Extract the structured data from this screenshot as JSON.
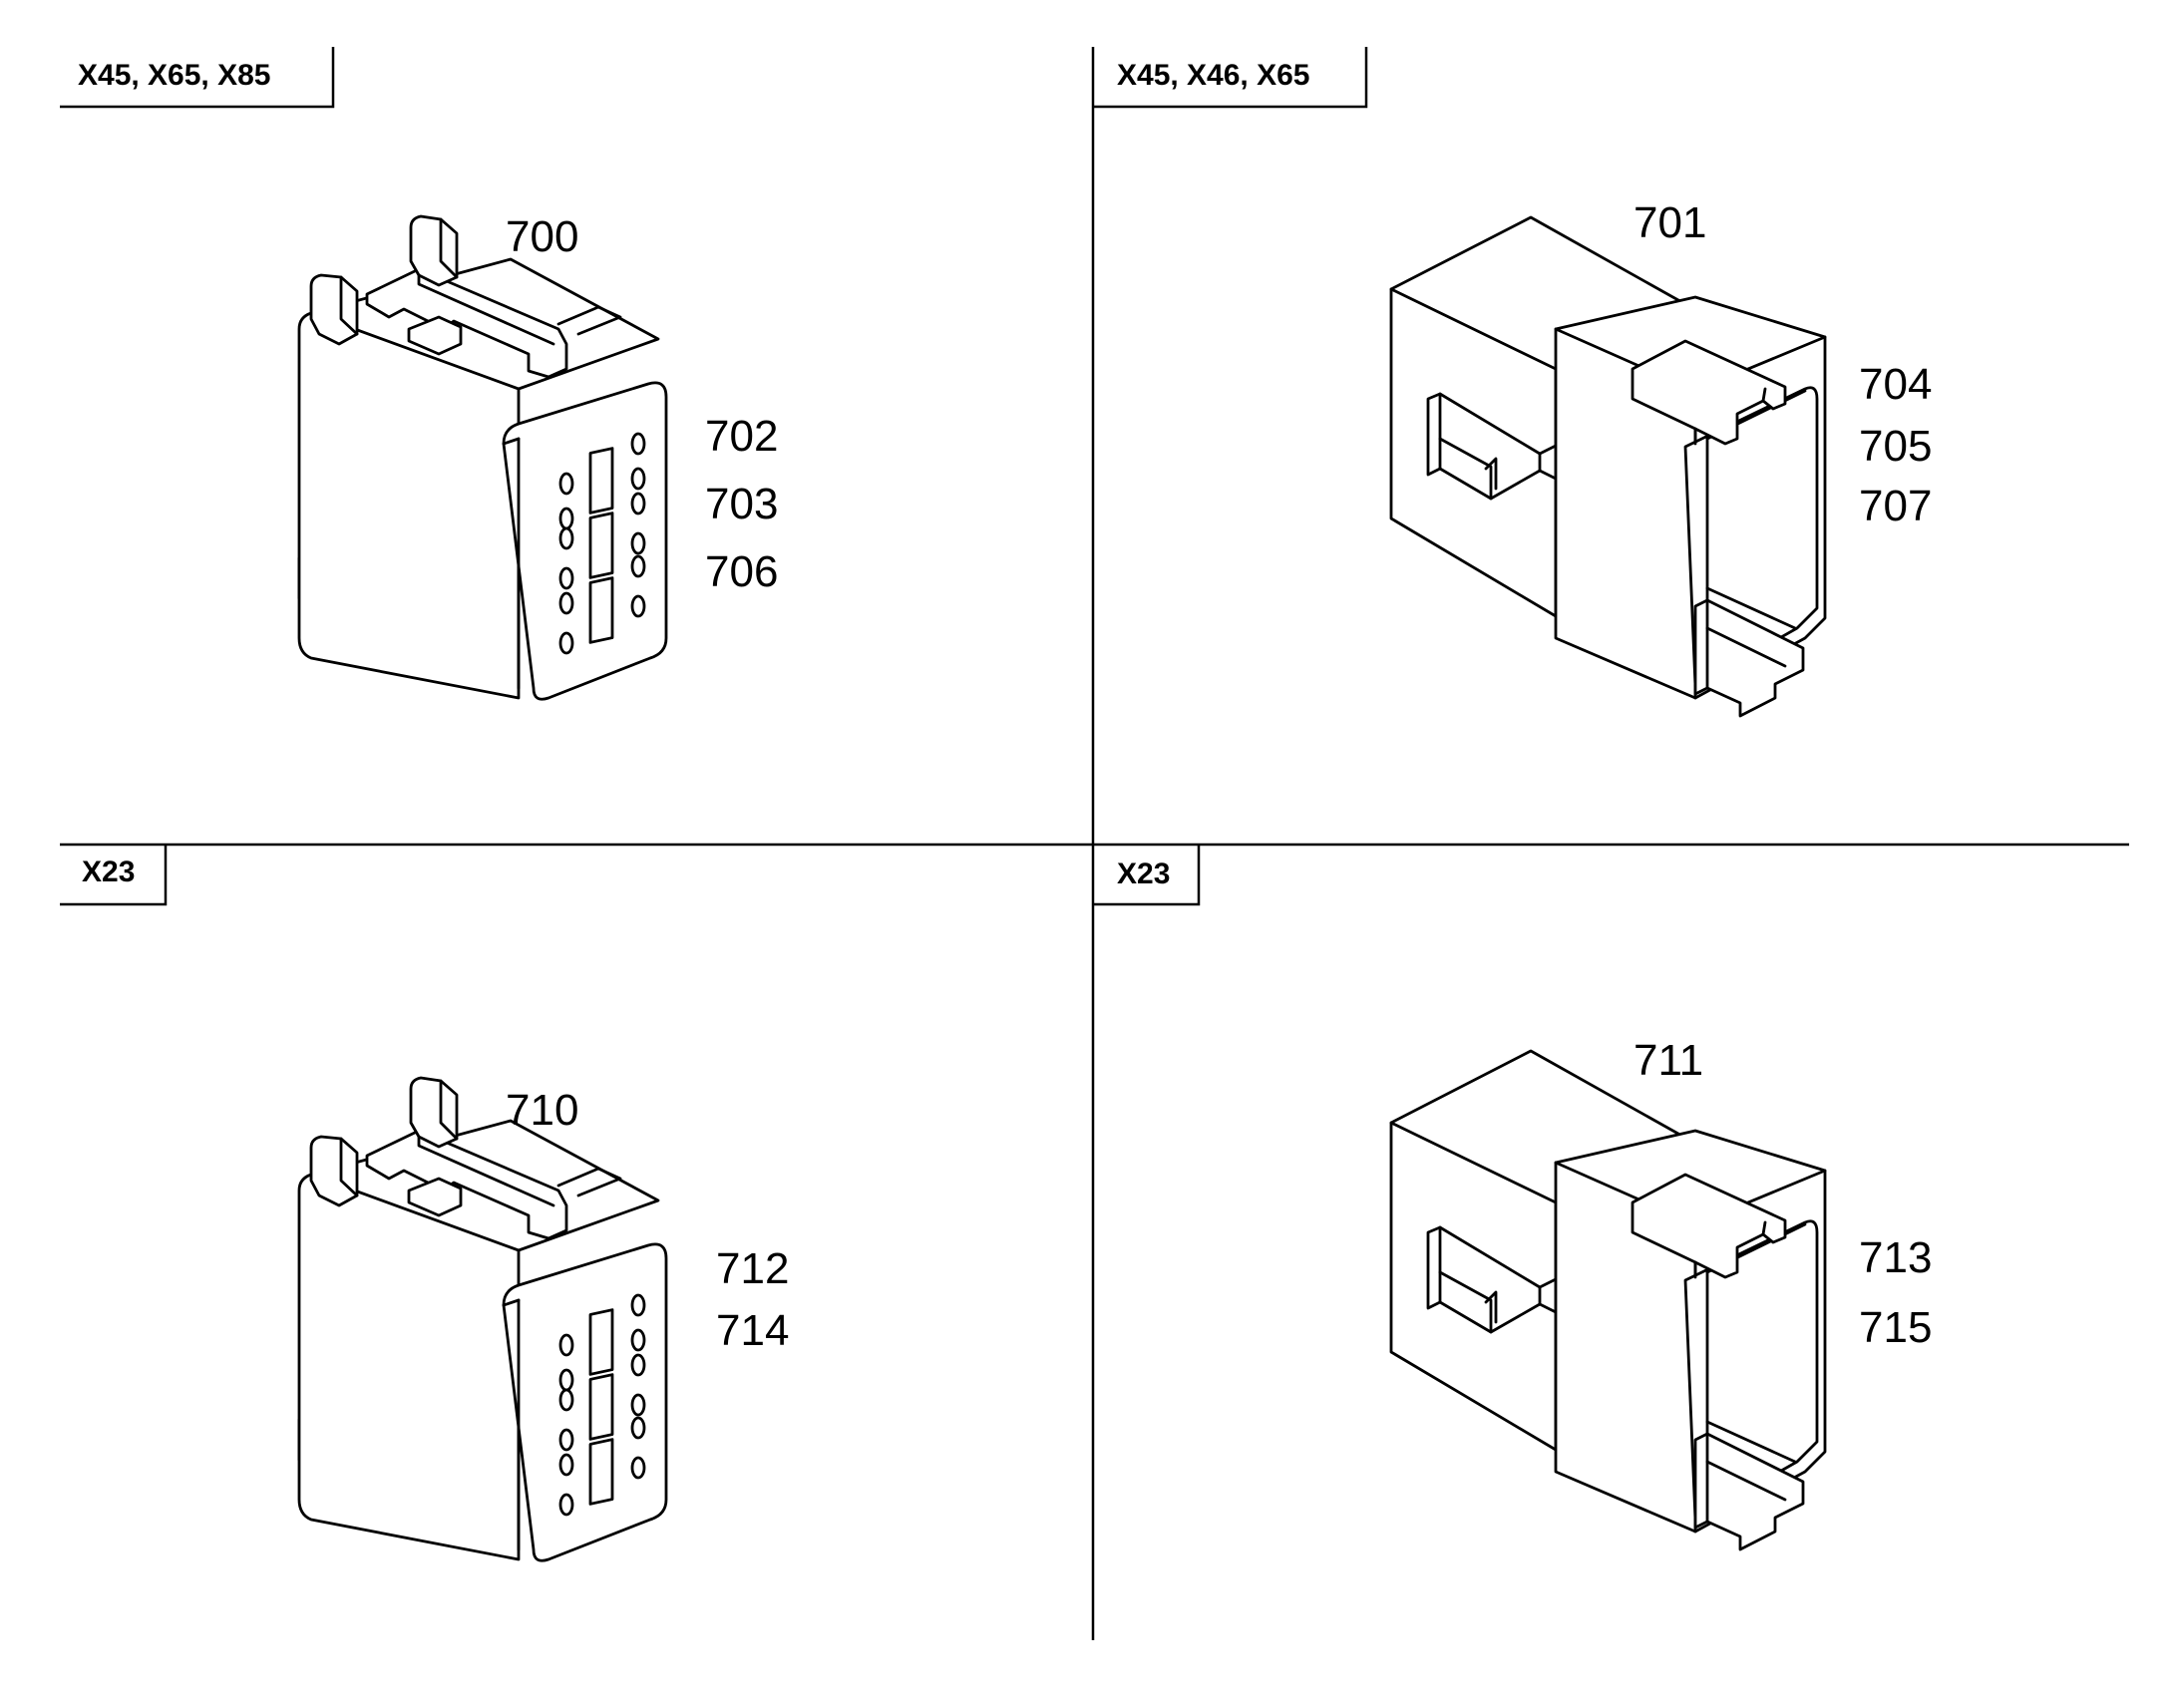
{
  "panels": [
    {
      "tag": "X45, X65, X85",
      "connector": "plug",
      "callouts": [
        "700",
        "702",
        "703",
        "706"
      ]
    },
    {
      "tag": "X45, X46, X65",
      "connector": "socket",
      "callouts": [
        "701",
        "704",
        "705",
        "707"
      ]
    },
    {
      "tag": "X23",
      "connector": "plug",
      "callouts": [
        "710",
        "712",
        "714"
      ]
    },
    {
      "tag": "X23",
      "connector": "socket",
      "callouts": [
        "711",
        "713",
        "715"
      ]
    }
  ]
}
